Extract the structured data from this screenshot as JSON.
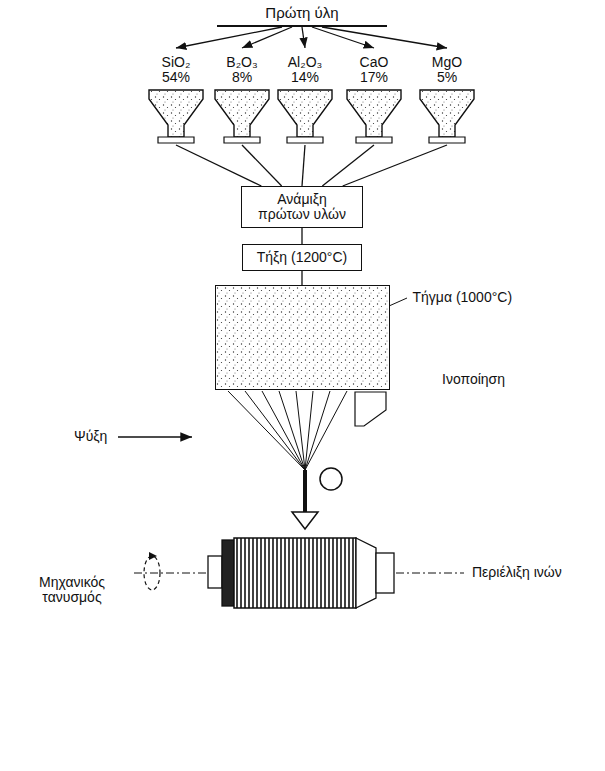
{
  "diagram": {
    "nodes": [
      {
        "text": [
          "Πρώτη ύλη"
        ]
      },
      {
        "text": [
          "SiO₂ 54%"
        ]
      },
      {
        "text": [
          "B₂O₃ 8%"
        ]
      },
      {
        "text": [
          "Al₂O₃ 14%"
        ]
      },
      {
        "text": [
          "CaO 17%"
        ]
      },
      {
        "text": [
          "MgO 5%"
        ]
      },
      {
        "text": [
          "Ανάμιξη πρώτων υλών"
        ]
      },
      {
        "text": [
          "Τήξη (1200°C)"
        ]
      },
      {
        "text": [
          "Τήγμα (1000°C)"
        ]
      }
    ],
    "edges": [
      {
        "from": 0,
        "to": 1,
        "arrow": "to"
      },
      {
        "from": 0,
        "to": 2,
        "arrow": "to"
      },
      {
        "from": 0,
        "to": 3,
        "arrow": "to"
      },
      {
        "from": 0,
        "to": 4,
        "arrow": "to"
      },
      {
        "from": 0,
        "to": 5,
        "arrow": "to"
      },
      {
        "from": 1,
        "to": 6,
        "arrow": "none"
      },
      {
        "from": 2,
        "to": 6,
        "arrow": "none"
      },
      {
        "from": 3,
        "to": 6,
        "arrow": "none"
      },
      {
        "from": 4,
        "to": 6,
        "arrow": "none"
      },
      {
        "from": 5,
        "to": 6,
        "arrow": "none"
      },
      {
        "from": 6,
        "to": 7,
        "arrow": "none"
      },
      {
        "from": 7,
        "to": 8,
        "arrow": "none"
      }
    ],
    "labels": [
      "Ινοποίηση",
      "Ψύξη",
      "Μηχανικός τανυσμός",
      "Περιέλιξη ινών"
    ]
  }
}
